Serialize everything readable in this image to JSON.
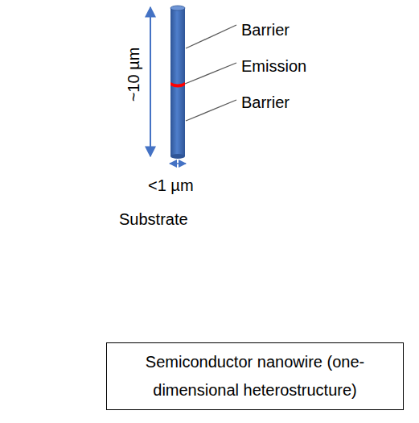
{
  "diagram": {
    "nodes": [
      {
        "text": [
          "Substrate"
        ]
      },
      {
        "text": [
          "Semiconductor nanowire (one-dimensional heterostructure)"
        ]
      }
    ],
    "labels": [
      "Barrier",
      "Emission",
      "Barrier",
      "~10 µm",
      "<1 µm"
    ]
  }
}
